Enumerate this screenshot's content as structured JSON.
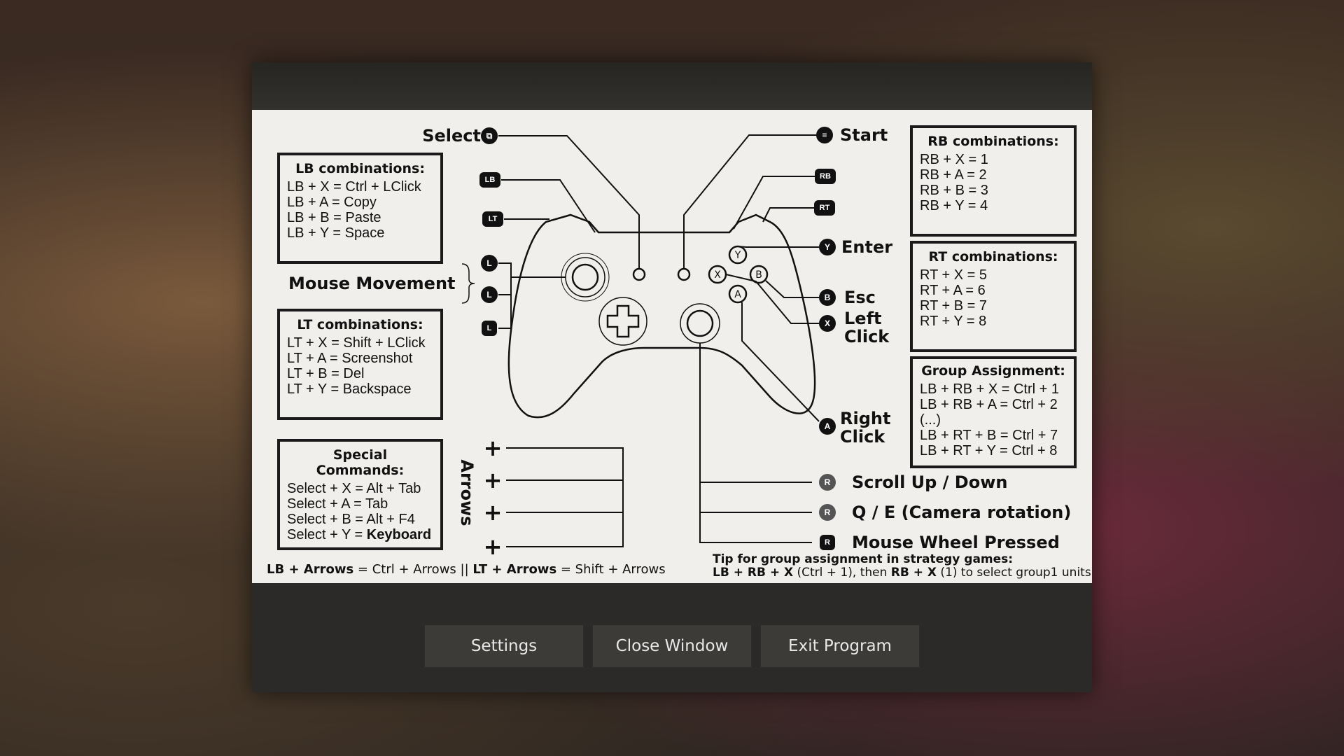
{
  "lb_box": {
    "title": "LB combinations:",
    "lines": [
      "LB + X = Ctrl + LClick",
      "LB + A = Copy",
      "LB + B = Paste",
      "LB + Y = Space"
    ]
  },
  "lt_box": {
    "title": "LT combinations:",
    "lines": [
      "LT + X = Shift + LClick",
      "LT + A = Screenshot",
      "LT + B = Del",
      "LT + Y = Backspace"
    ]
  },
  "special_box": {
    "title": "Special Commands:",
    "lines": [
      "Select + X = Alt + Tab",
      "Select + A = Tab",
      "Select + B = Alt + F4"
    ],
    "last_prefix": "Select + Y = ",
    "last_bold": "Keyboard"
  },
  "rb_box": {
    "title": "RB combinations:",
    "lines": [
      "RB + X = 1",
      "RB + A = 2",
      "RB + B = 3",
      "RB +  Y = 4"
    ]
  },
  "rt_box": {
    "title": "RT combinations:",
    "lines": [
      "RT + X = 5",
      "RT + A = 6",
      "RT + B = 7",
      "RT +  Y = 8"
    ]
  },
  "group_box": {
    "title": "Group Assignment:",
    "lines": [
      "LB + RB + X = Ctrl + 1",
      "LB + RB + A = Ctrl + 2",
      "(...)",
      "LB + RT + B = Ctrl + 7",
      "LB + RT  + Y = Ctrl + 8"
    ]
  },
  "labels": {
    "select": "Select",
    "start": "Start",
    "enter": "Enter",
    "esc": "Esc",
    "left_click_1": "Left",
    "left_click_2": "Click",
    "right_click_1": "Right",
    "right_click_2": "Click",
    "mouse_movement": "Mouse Movement",
    "arrows": "Arrows",
    "scroll": "Scroll Up / Down",
    "camera": "Q / E (Camera rotation)",
    "wheel": "Mouse Wheel Pressed"
  },
  "icons": {
    "lb": "LB",
    "lt": "LT",
    "rb": "RB",
    "rt": "RT",
    "y": "Y",
    "b": "B",
    "x": "X",
    "a": "A",
    "l": "L",
    "r": "R"
  },
  "footer": {
    "lb": "LB + Arrows",
    "lb_eq": " = Ctrl + Arrows || ",
    "lt": "LT + Arrows",
    "lt_eq": " = Shift + Arrows",
    "tip_title": "Tip for group assignment in strategy games:",
    "tip_a": "LB + RB + X",
    "tip_b": " (Ctrl + 1), then ",
    "tip_c": "RB + X",
    "tip_d": " (1) to select group1 units."
  },
  "buttons": {
    "settings": "Settings",
    "close": "Close Window",
    "exit": "Exit Program"
  }
}
